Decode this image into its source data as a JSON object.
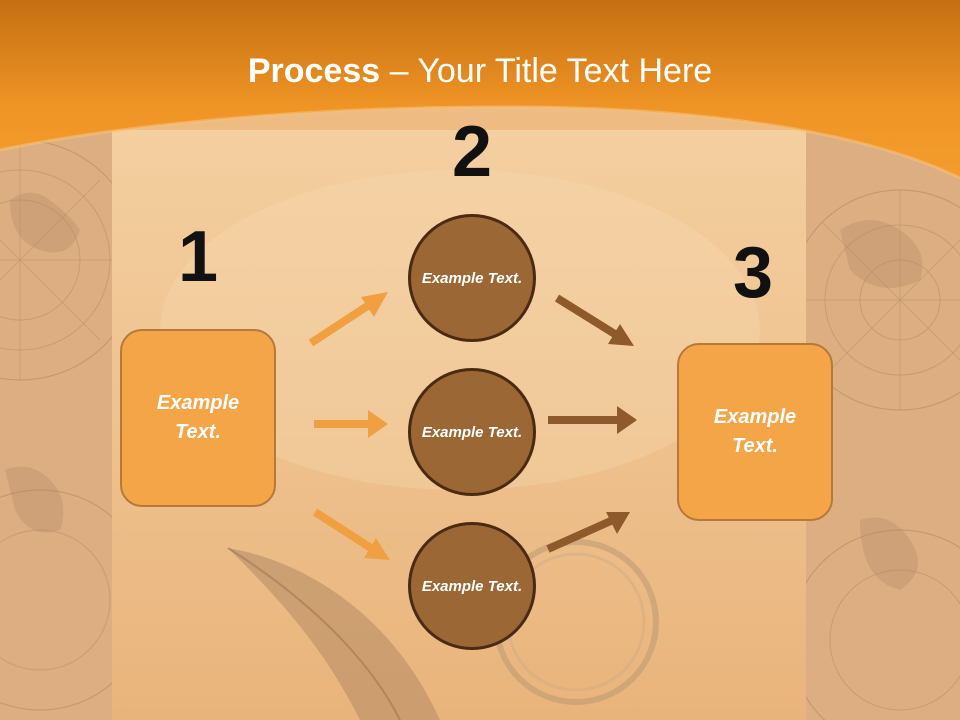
{
  "title": {
    "bold": "Process",
    "rest": " – Your Title Text Here"
  },
  "steps": [
    {
      "number": "1",
      "text": "Example Text."
    },
    {
      "number": "2",
      "text": "Example Text."
    },
    {
      "number": "3",
      "text": "Example Text."
    }
  ],
  "circles": [
    {
      "text": "Example Text."
    },
    {
      "text": "Example Text."
    },
    {
      "text": "Example Text."
    }
  ],
  "colors": {
    "header_orange": "#f29a28",
    "box_fill": "#f3a548",
    "circle_fill": "#9b6835",
    "circle_border": "#4a2a12",
    "arrow_light": "#f0a040",
    "arrow_dark": "#8e5a2c"
  }
}
